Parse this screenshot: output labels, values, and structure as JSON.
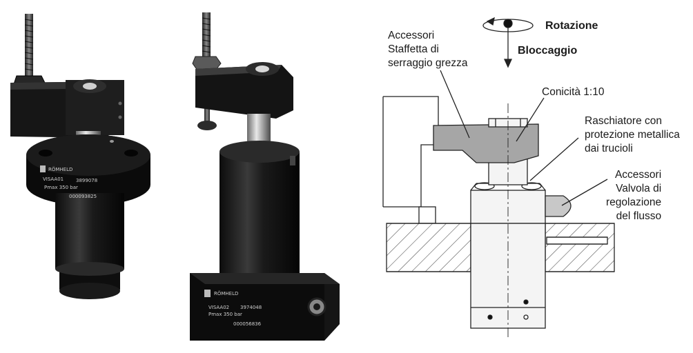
{
  "products": [
    {
      "brand": "RÖMHELD",
      "model": "VISAA01",
      "serial": "3899078",
      "pressure": "Pmax 350 bar",
      "code": "000093825"
    },
    {
      "brand": "RÖMHELD",
      "model": "VISAA02",
      "serial": "3974048",
      "pressure": "Pmax 350 bar",
      "code": "000056836"
    }
  ],
  "diagram": {
    "legend": {
      "rotation": "Rotazione",
      "clamping": "Bloccaggio"
    },
    "callouts": {
      "clamp_arm": "Accessori\nStaffetta di\nserraggio grezza",
      "taper": "Conicità 1:10",
      "wiper": "Raschiatore con\nprotezione metallica\ndai trucioli",
      "flow_valve": "Accessori\nValvola di\nregolazione\ndel flusso"
    }
  },
  "colors": {
    "metal_dark": "#1c1c1c",
    "hatch": "#555555",
    "arm_fill": "#a6a6a6",
    "body_fill": "#f2f2f2"
  }
}
